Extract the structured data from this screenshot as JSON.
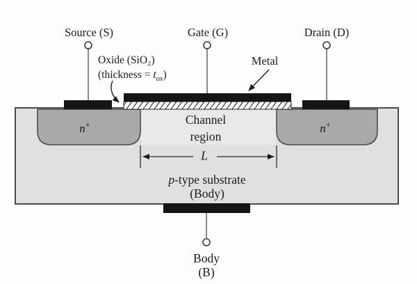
{
  "colors": {
    "background": "#fdfdfd",
    "substrate-fill": "#e0e0e0",
    "channel-fill": "#e8e8e8",
    "nplus-fill": "#a9a9a9",
    "contact-fill": "#141414",
    "outline": "#4a4a4a",
    "wire": "#5a5a5a",
    "annotation": "#1b1b1b"
  },
  "terminals": {
    "source": {
      "label": "Source (S)"
    },
    "gate": {
      "label": "Gate (G)"
    },
    "drain": {
      "label": "Drain (D)"
    },
    "body": {
      "label": "Body",
      "sublabel": "(B)"
    }
  },
  "annotations": {
    "oxide_line1": "Oxide (SiO₂)",
    "thickness_prefix": "(thickness = ",
    "thickness_var": "t",
    "thickness_sub": "ox",
    "thickness_suffix": ")",
    "metal": "Metal",
    "channel_line1": "Channel",
    "channel_line2": "region",
    "channel_length": "L",
    "substrate_p": "p",
    "substrate_rest": "-type substrate",
    "substrate_line2": "(Body)",
    "nplus_base": "n",
    "nplus_sup": "+"
  }
}
